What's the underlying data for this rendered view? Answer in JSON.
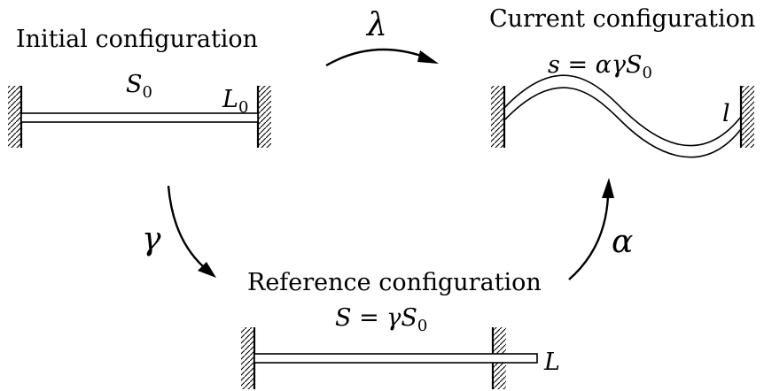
{
  "initial": {
    "title": "Initial configuration",
    "s_label": "S",
    "s_sub": "0",
    "l_label": "L",
    "l_sub": "0"
  },
  "current": {
    "title": "Current configuration",
    "eq_main": "s = αγS",
    "eq_sub": "0",
    "l_label": "l"
  },
  "reference": {
    "title": "Reference configuration",
    "eq_main": "S = γS",
    "eq_sub": "0",
    "l_label": "L"
  },
  "arrows": {
    "lambda": "λ",
    "gamma": "γ",
    "alpha": "α"
  }
}
